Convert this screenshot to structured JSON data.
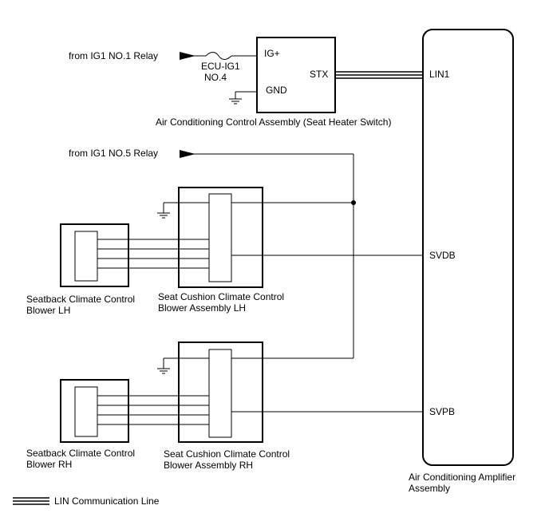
{
  "labels": {
    "relay1": "from IG1 NO.1 Relay",
    "fuse_line1": "ECU-IG1",
    "fuse_line2": "NO.4",
    "ac_ctrl_title": "Air Conditioning Control Assembly (Seat Heater Switch)",
    "ac_ctrl_pins": {
      "ig": "IG+",
      "gnd": "GND",
      "stx": "STX"
    },
    "relay5": "from IG1 NO.5 Relay",
    "amp_title_line1": "Air Conditioning Amplifier",
    "amp_title_line2": "Assembly",
    "amp_pins": {
      "lin1": "LIN1",
      "svdb": "SVDB",
      "svpb": "SVPB"
    },
    "seatback_lh_line1": "Seatback Climate Control",
    "seatback_lh_line2": "Blower LH",
    "cushion_lh_line1": "Seat Cushion Climate Control",
    "cushion_lh_line2": "Blower Assembly LH",
    "seatback_rh_line1": "Seatback Climate Control",
    "seatback_rh_line2": "Blower RH",
    "cushion_rh_line1": "Seat Cushion Climate Control",
    "cushion_rh_line2": "Blower Assembly RH",
    "legend": "LIN Communication Line"
  }
}
